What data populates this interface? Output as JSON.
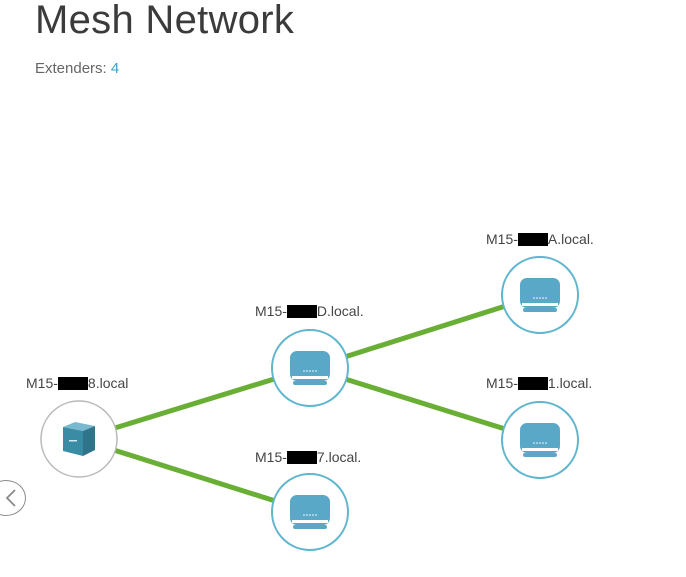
{
  "header": {
    "title": "Mesh Network",
    "extenders_label": "Extenders:",
    "extenders_count": "4"
  },
  "colors": {
    "link": "#6aaf35",
    "node_ring": "#5fb6cd",
    "device": "#5aa8c8",
    "router": "#3a8ba4"
  },
  "nodes": [
    {
      "id": "router",
      "label_prefix": "M15-",
      "label_suffix": "8.local",
      "type": "router",
      "icon": "router-icon"
    },
    {
      "id": "ext-d",
      "label_prefix": "M15-",
      "label_suffix": "D.local.",
      "type": "extender",
      "icon": "extender-icon"
    },
    {
      "id": "ext-7",
      "label_prefix": "M15-",
      "label_suffix": "7.local.",
      "type": "extender",
      "icon": "extender-icon"
    },
    {
      "id": "ext-a",
      "label_prefix": "M15-",
      "label_suffix": "A.local.",
      "type": "extender",
      "icon": "extender-icon"
    },
    {
      "id": "ext-1",
      "label_prefix": "M15-",
      "label_suffix": "1.local.",
      "type": "extender",
      "icon": "extender-icon"
    }
  ],
  "links": [
    {
      "from": "router",
      "to": "ext-d"
    },
    {
      "from": "router",
      "to": "ext-7"
    },
    {
      "from": "ext-d",
      "to": "ext-a"
    },
    {
      "from": "ext-d",
      "to": "ext-1"
    }
  ],
  "nav": {
    "back_icon": "chevron-left-icon"
  }
}
